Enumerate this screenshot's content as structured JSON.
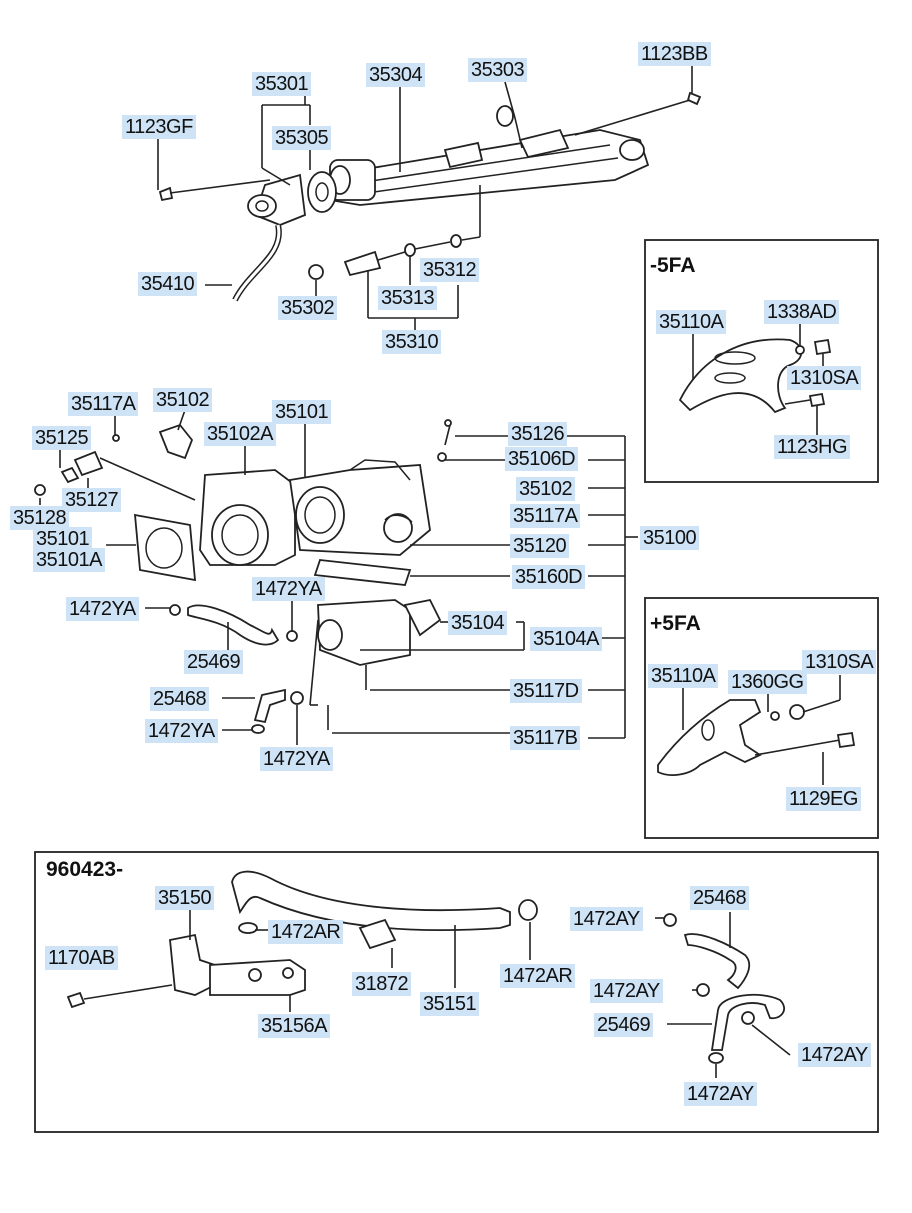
{
  "panels": {
    "minus_5fa": "-5FA",
    "plus_5fa": "+5FA",
    "lower_date": "960423-"
  },
  "labels": [
    {
      "id": "35301",
      "text": "35301"
    },
    {
      "id": "35304",
      "text": "35304"
    },
    {
      "id": "35303",
      "text": "35303"
    },
    {
      "id": "1123BB",
      "text": "1123BB"
    },
    {
      "id": "1123GF",
      "text": "1123GF"
    },
    {
      "id": "35305",
      "text": "35305"
    },
    {
      "id": "35410",
      "text": "35410"
    },
    {
      "id": "35312",
      "text": "35312"
    },
    {
      "id": "35302",
      "text": "35302"
    },
    {
      "id": "35313",
      "text": "35313"
    },
    {
      "id": "35310",
      "text": "35310"
    },
    {
      "id": "35110A_top",
      "text": "35110A"
    },
    {
      "id": "1338AD",
      "text": "1338AD"
    },
    {
      "id": "1310SA_top",
      "text": "1310SA"
    },
    {
      "id": "1123HG",
      "text": "1123HG"
    },
    {
      "id": "35117A_l",
      "text": "35117A"
    },
    {
      "id": "35102_l",
      "text": "35102"
    },
    {
      "id": "35101_t",
      "text": "35101"
    },
    {
      "id": "35102A",
      "text": "35102A"
    },
    {
      "id": "35125",
      "text": "35125"
    },
    {
      "id": "35127",
      "text": "35127"
    },
    {
      "id": "35128",
      "text": "35128"
    },
    {
      "id": "35101_l",
      "text": "35101"
    },
    {
      "id": "35101A",
      "text": "35101A"
    },
    {
      "id": "35126",
      "text": "35126"
    },
    {
      "id": "35106D",
      "text": "35106D"
    },
    {
      "id": "35102_r",
      "text": "35102"
    },
    {
      "id": "35117A_r",
      "text": "35117A"
    },
    {
      "id": "35120",
      "text": "35120"
    },
    {
      "id": "35100",
      "text": "35100"
    },
    {
      "id": "35160D",
      "text": "35160D"
    },
    {
      "id": "1472YA_c",
      "text": "1472YA"
    },
    {
      "id": "1472YA_l",
      "text": "1472YA"
    },
    {
      "id": "35104",
      "text": "35104"
    },
    {
      "id": "35104A",
      "text": "35104A"
    },
    {
      "id": "25469_m",
      "text": "25469"
    },
    {
      "id": "25468_m",
      "text": "25468"
    },
    {
      "id": "35117D",
      "text": "35117D"
    },
    {
      "id": "1472YA_b1",
      "text": "1472YA"
    },
    {
      "id": "1472YA_b2",
      "text": "1472YA"
    },
    {
      "id": "35117B",
      "text": "35117B"
    },
    {
      "id": "35110A_bot",
      "text": "35110A"
    },
    {
      "id": "1360GG",
      "text": "1360GG"
    },
    {
      "id": "1310SA_bot",
      "text": "1310SA"
    },
    {
      "id": "1129EG",
      "text": "1129EG"
    },
    {
      "id": "35150",
      "text": "35150"
    },
    {
      "id": "1472AR_l",
      "text": "1472AR"
    },
    {
      "id": "1170AB",
      "text": "1170AB"
    },
    {
      "id": "31872",
      "text": "31872"
    },
    {
      "id": "35151",
      "text": "35151"
    },
    {
      "id": "1472AR_r",
      "text": "1472AR"
    },
    {
      "id": "35156A",
      "text": "35156A"
    },
    {
      "id": "1472AY_1",
      "text": "1472AY"
    },
    {
      "id": "25468_b",
      "text": "25468"
    },
    {
      "id": "1472AY_2",
      "text": "1472AY"
    },
    {
      "id": "25469_b",
      "text": "25469"
    },
    {
      "id": "1472AY_3",
      "text": "1472AY"
    },
    {
      "id": "1472AY_4",
      "text": "1472AY"
    }
  ]
}
